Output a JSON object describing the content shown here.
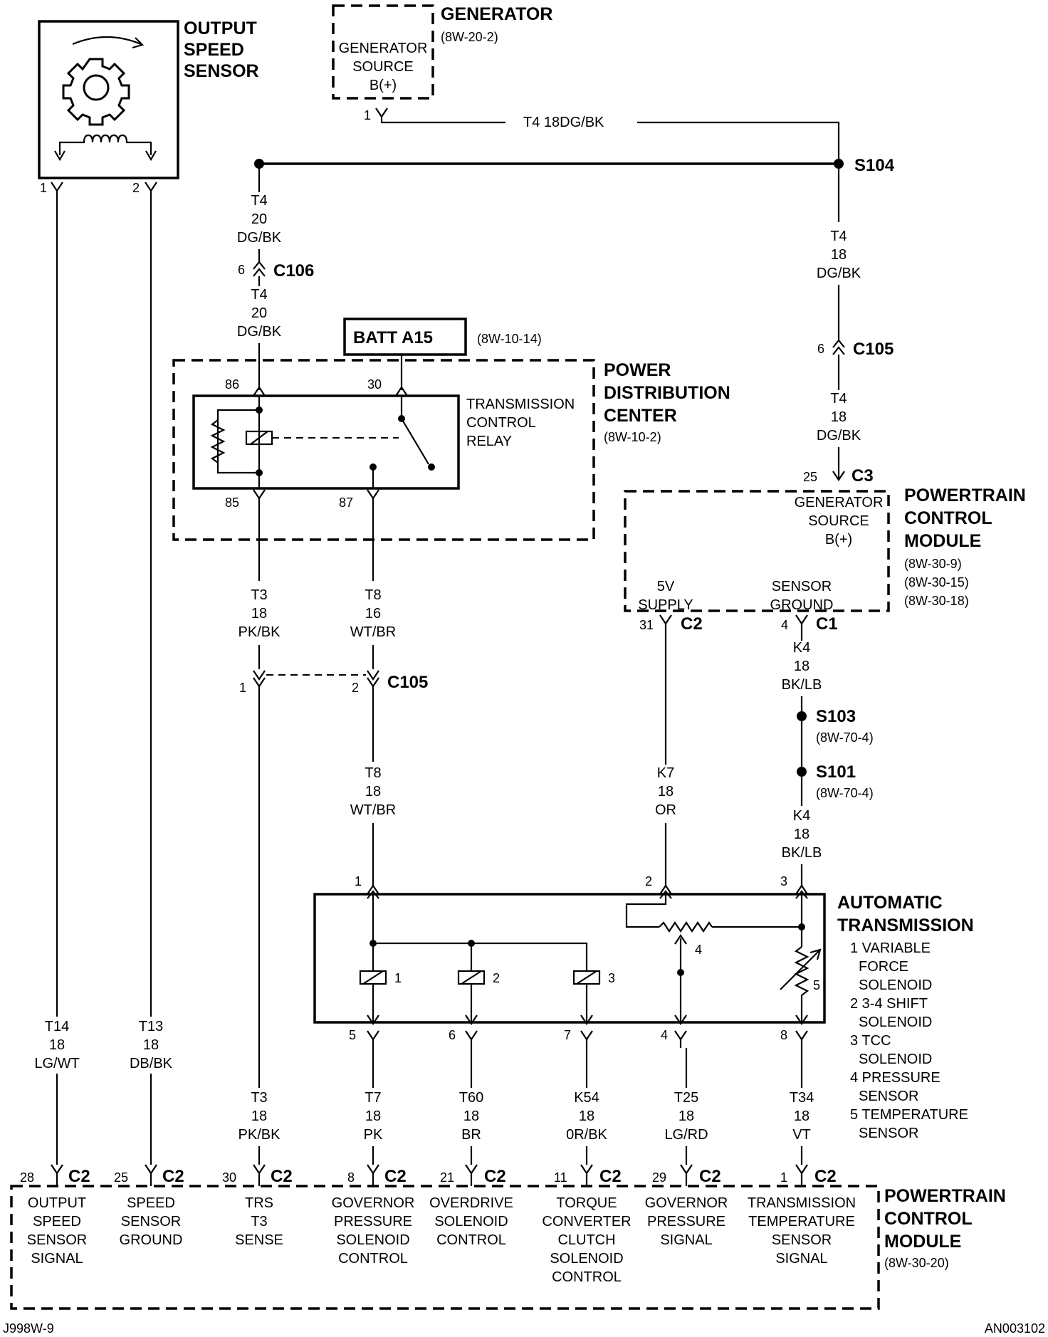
{
  "footer": {
    "left": "J998W-9",
    "right": "AN003102"
  },
  "output_speed_sensor": {
    "title": [
      "OUTPUT",
      "SPEED",
      "SENSOR"
    ],
    "pins": [
      "1",
      "2"
    ]
  },
  "generator": {
    "title": "GENERATOR",
    "ref": "(8W-20-2)",
    "inner": [
      "GENERATOR",
      "SOURCE",
      "B(+)"
    ],
    "pin": "1",
    "wire": "T4   18DG/BK"
  },
  "splice_s104": "S104",
  "wire_t4_20_a": [
    "T4",
    "20",
    "DG/BK"
  ],
  "wire_t4_20_b": [
    "T4",
    "20",
    "DG/BK"
  ],
  "c106": {
    "label": "C106",
    "pin": "6"
  },
  "wire_t4_18_a": [
    "T4",
    "18",
    "DG/BK"
  ],
  "wire_t4_18_b": [
    "T4",
    "18",
    "DG/BK"
  ],
  "c105_top": {
    "label": "C105",
    "pin": "6"
  },
  "batt": {
    "label": "BATT A15",
    "ref": "(8W-10-14)"
  },
  "pdc": {
    "title": [
      "POWER",
      "DISTRIBUTION",
      "CENTER"
    ],
    "ref": "(8W-10-2)",
    "relay": [
      "TRANSMISSION",
      "CONTROL",
      "RELAY"
    ],
    "pins": {
      "p86": "86",
      "p30": "30",
      "p85": "85",
      "p87": "87"
    }
  },
  "pcm_top": {
    "title": [
      "POWERTRAIN",
      "CONTROL",
      "MODULE"
    ],
    "refs": [
      "(8W-30-9)",
      "(8W-30-15)",
      "(8W-30-18)"
    ],
    "c3": {
      "label": "C3",
      "pin": "25"
    },
    "gen_source": [
      "GENERATOR",
      "SOURCE",
      "B(+)"
    ],
    "v5": [
      "5V",
      "SUPPLY"
    ],
    "sensor_ground": [
      "SENSOR",
      "GROUND"
    ],
    "c2": {
      "label": "C2",
      "pin": "31"
    },
    "c1": {
      "label": "C1",
      "pin": "4"
    }
  },
  "wire_t3_18": [
    "T3",
    "18",
    "PK/BK"
  ],
  "wire_t8_16": [
    "T8",
    "16",
    "WT/BR"
  ],
  "c105_mid": {
    "label": "C105",
    "pin1": "1",
    "pin2": "2"
  },
  "wire_t8_18": [
    "T8",
    "18",
    "WT/BR"
  ],
  "wire_k7": [
    "K7",
    "18",
    "OR"
  ],
  "wire_k4_a": [
    "K4",
    "18",
    "BK/LB"
  ],
  "s103": {
    "label": "S103",
    "ref": "(8W-70-4)"
  },
  "s101": {
    "label": "S101",
    "ref": "(8W-70-4)"
  },
  "wire_k4_b": [
    "K4",
    "18",
    "BK/LB"
  ],
  "auto_trans": {
    "title": [
      "AUTOMATIC",
      "TRANSMISSION"
    ],
    "legend": [
      "1 VARIABLE",
      "FORCE",
      "SOLENOID",
      "2 3-4 SHIFT",
      "SOLENOID",
      "3 TCC",
      "SOLENOID",
      "4 PRESSURE",
      "SENSOR",
      "5 TEMPERATURE",
      "SENSOR"
    ],
    "top_pins": [
      "1",
      "2",
      "3"
    ],
    "bottom_pins": [
      "5",
      "6",
      "7",
      "4",
      "8"
    ],
    "component_nums": [
      "1",
      "2",
      "3",
      "4",
      "5"
    ]
  },
  "wire_t14": [
    "T14",
    "18",
    "LG/WT"
  ],
  "wire_t13": [
    "T13",
    "18",
    "DB/BK"
  ],
  "wire_t3_bottom": [
    "T3",
    "18",
    "PK/BK"
  ],
  "wire_t7": [
    "T7",
    "18",
    "PK"
  ],
  "wire_t60": [
    "T60",
    "18",
    "BR"
  ],
  "wire_k54": [
    "K54",
    "18",
    "0R/BK"
  ],
  "wire_t25": [
    "T25",
    "18",
    "LG/RD"
  ],
  "wire_t34": [
    "T34",
    "18",
    "VT"
  ],
  "pcm_bottom": {
    "title": [
      "POWERTRAIN",
      "CONTROL",
      "MODULE"
    ],
    "ref": "(8W-30-20)",
    "connector": "C2",
    "pins": [
      "28",
      "25",
      "30",
      "8",
      "21",
      "11",
      "29",
      "1"
    ],
    "labels": [
      [
        "OUTPUT",
        "SPEED",
        "SENSOR",
        "SIGNAL"
      ],
      [
        "SPEED",
        "SENSOR",
        "GROUND"
      ],
      [
        "TRS",
        "T3",
        "SENSE"
      ],
      [
        "GOVERNOR",
        "PRESSURE",
        "SOLENOID",
        "CONTROL"
      ],
      [
        "OVERDRIVE",
        "SOLENOID",
        "CONTROL"
      ],
      [
        "TORQUE",
        "CONVERTER",
        "CLUTCH",
        "SOLENOID",
        "CONTROL"
      ],
      [
        "GOVERNOR",
        "PRESSURE",
        "SIGNAL"
      ],
      [
        "TRANSMISSION",
        "TEMPERATURE",
        "SENSOR",
        "SIGNAL"
      ]
    ]
  }
}
